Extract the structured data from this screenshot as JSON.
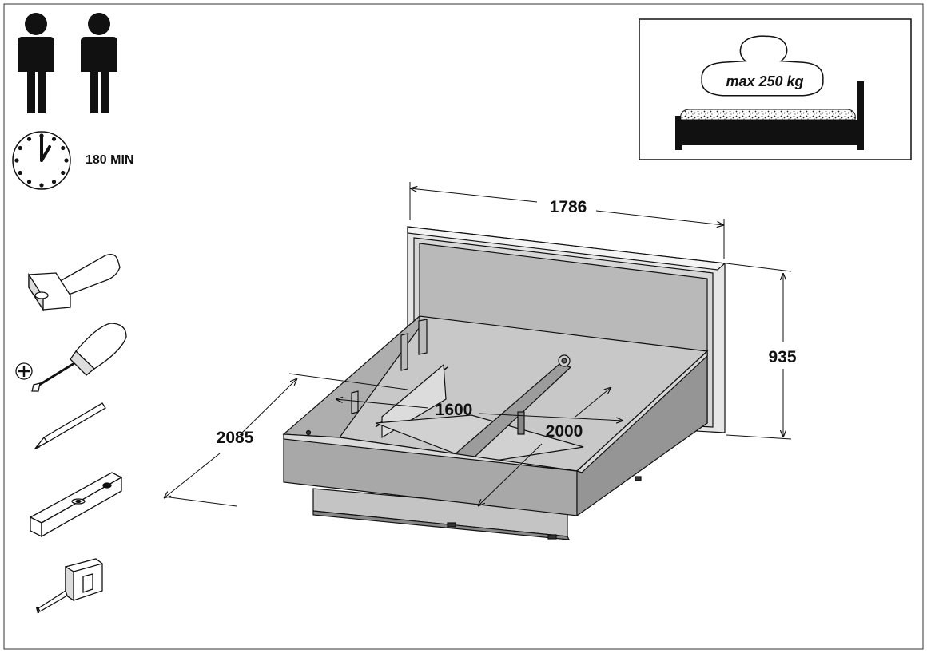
{
  "assembly": {
    "people_count": 2,
    "time": "180 MIN"
  },
  "tools": [
    {
      "icon": "hammer-icon"
    },
    {
      "icon": "phillips-screwdriver-icon"
    },
    {
      "icon": "pencil-icon"
    },
    {
      "icon": "spirit-level-icon"
    },
    {
      "icon": "tape-measure-icon"
    }
  ],
  "load_limit": {
    "text": "max 250 kg"
  },
  "dimensions": {
    "width": "1786",
    "height": "935",
    "length": "2085",
    "inner_width": "1600",
    "inner_length": "2000"
  }
}
